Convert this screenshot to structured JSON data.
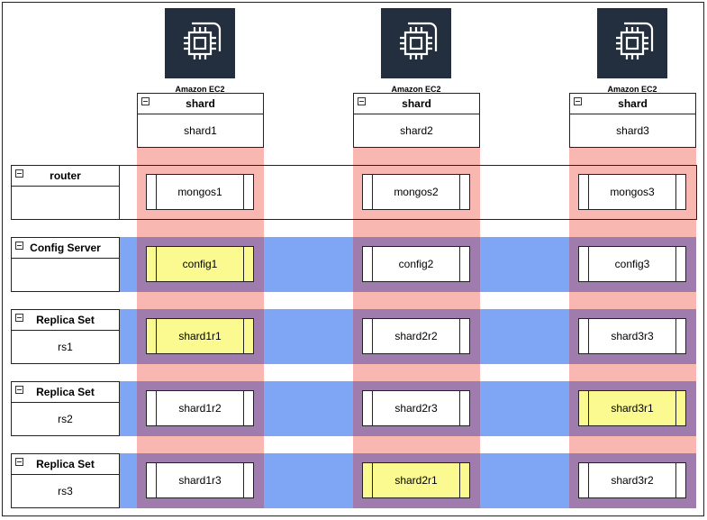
{
  "instance_label": "Amazon EC2",
  "shards": [
    {
      "title": "shard",
      "name": "shard1"
    },
    {
      "title": "shard",
      "name": "shard2"
    },
    {
      "title": "shard",
      "name": "shard3"
    }
  ],
  "rows": [
    {
      "title": "router",
      "sub": ""
    },
    {
      "title": "Config Server",
      "sub": ""
    },
    {
      "title": "Replica Set",
      "sub": "rs1"
    },
    {
      "title": "Replica Set",
      "sub": "rs2"
    },
    {
      "title": "Replica Set",
      "sub": "rs3"
    }
  ],
  "nodes": [
    [
      "mongos1",
      "mongos2",
      "mongos3"
    ],
    [
      "config1",
      "config2",
      "config3"
    ],
    [
      "shard1r1",
      "shard2r2",
      "shard3r3"
    ],
    [
      "shard1r2",
      "shard2r3",
      "shard3r1"
    ],
    [
      "shard1r3",
      "shard2r1",
      "shard3r2"
    ]
  ],
  "colors": {
    "shard_column": "#f8b8b1",
    "replica_band": "#7ea6f5",
    "overlap": "#a07bad",
    "primary_node": "#fbfa91",
    "ec2_icon": "#232f3e"
  }
}
